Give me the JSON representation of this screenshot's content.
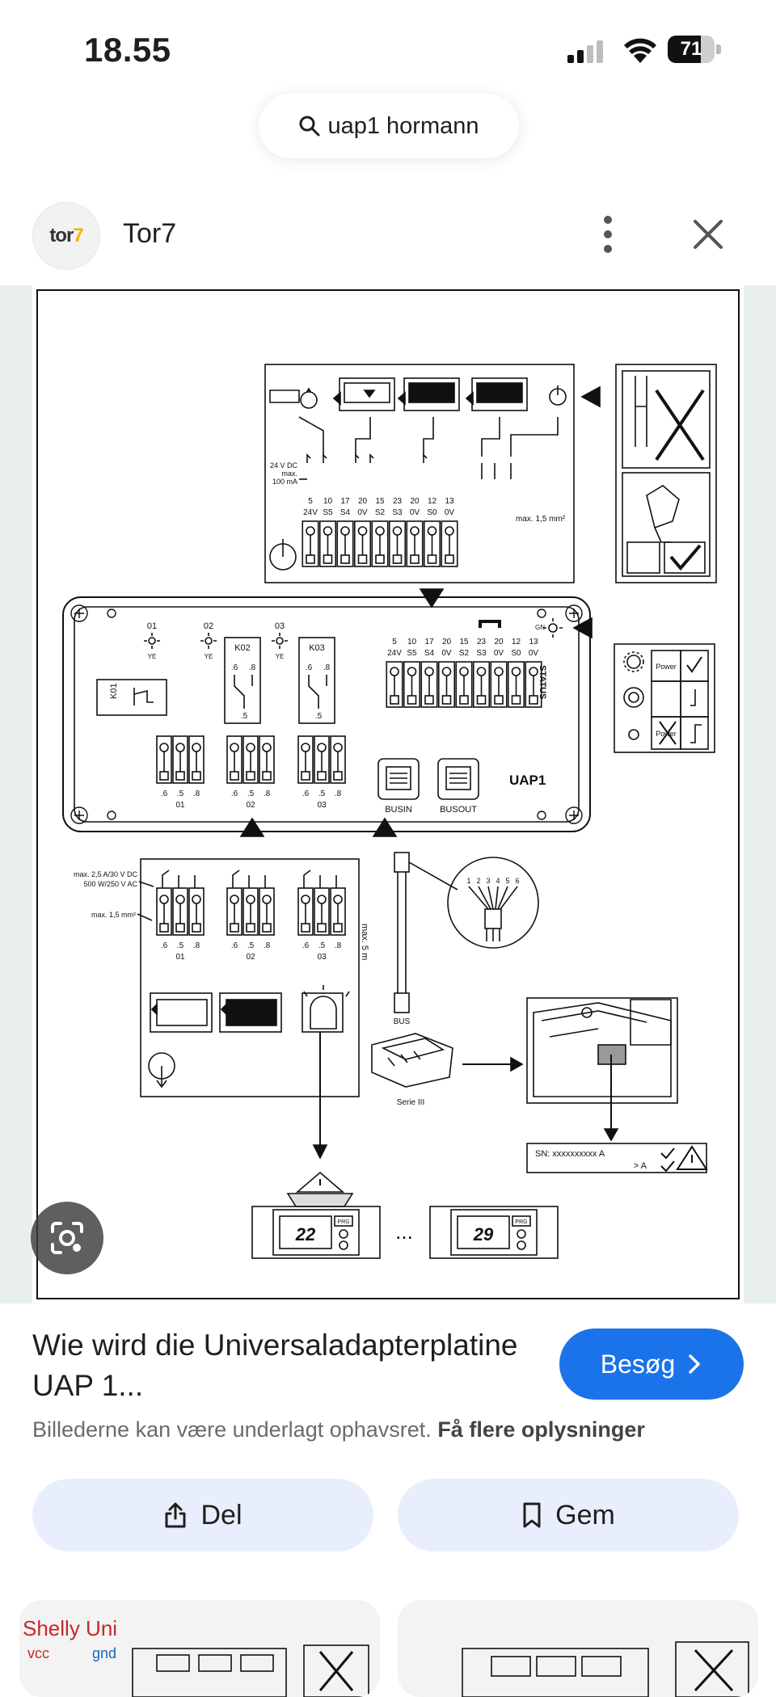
{
  "status_bar": {
    "time": "18.55",
    "battery": "71",
    "battery_level": 0.71
  },
  "search": {
    "query": "uap1 hormann",
    "icon": "search-icon"
  },
  "source": {
    "logo_text_a": "tor",
    "logo_text_b": "7",
    "name": "Tor7"
  },
  "diagram": {
    "box_label": "UAP1",
    "busin": "BUSIN",
    "busout": "BUSOUT",
    "bus": "BUS",
    "serie": "Serie III",
    "status": "STATUS",
    "gn": "GN",
    "k01": "K01",
    "k02": "K02",
    "k03": "K03",
    "relay_nums": [
      "01",
      "02",
      "03"
    ],
    "ye": "YE",
    "terminal_nums": [
      "5",
      "10",
      "17",
      "20",
      "15",
      "23",
      "20",
      "12",
      "13"
    ],
    "terminal_names": [
      "24V",
      "S5",
      "S4",
      "0V",
      "S2",
      "S3",
      "0V",
      "S0",
      "0V"
    ],
    "dc_line1": "24 V DC",
    "dc_line2": "max.",
    "dc_line3": "100 mA",
    "wire_top": "max. 1,5 mm²",
    "contact_rating1": "max. 2,5 A/30 V DC",
    "contact_rating2": "500 W/250 V AC",
    "wire_bottom": "max. 1,5 mm²",
    "cable_len": "max. 5 m",
    "pin_nums": [
      "1",
      "2",
      "3",
      "4",
      "5",
      "6"
    ],
    "relay_pins": [
      ".6",
      ".5",
      ".8"
    ],
    "power": "Power",
    "sn_line1": "SN: xxxxxxxxxx A",
    "sn_line2": "> A",
    "display_a": "22",
    "display_b": "29",
    "prg": "PRG",
    "ellipsis": "..."
  },
  "result": {
    "title": "Wie wird die Universaladapterplatine UAP 1...",
    "visit_label": "Besøg",
    "copyright_text": "Billederne kan være underlagt ophavsret.",
    "copyright_link": "Få flere oplysninger",
    "share_label": "Del",
    "save_label": "Gem"
  },
  "thumbnails": {
    "first_text_a": "Shelly Uni",
    "first_text_b": "vcc",
    "first_text_c": "gnd"
  },
  "colors": {
    "accent": "#1a73e8",
    "pill": "#e8eefc",
    "background": "#e9eeee"
  }
}
